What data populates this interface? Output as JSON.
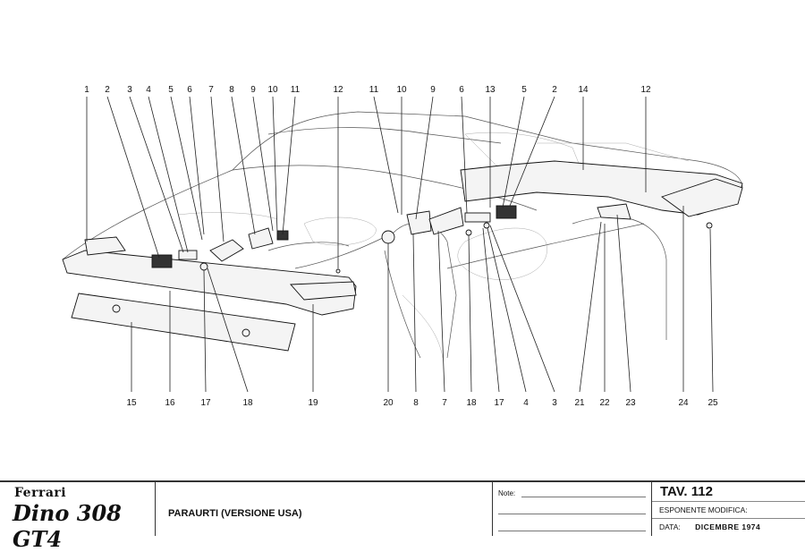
{
  "diagram": {
    "top_callouts": [
      "1",
      "2",
      "3",
      "4",
      "5",
      "6",
      "7",
      "8",
      "9",
      "10",
      "11",
      "12",
      "11",
      "10",
      "9",
      "6",
      "13",
      "5",
      "2",
      "14",
      "12"
    ],
    "bottom_callouts": [
      "15",
      "16",
      "17",
      "18",
      "19",
      "20",
      "8",
      "7",
      "18",
      "17",
      "4",
      "3",
      "21",
      "22",
      "23",
      "24",
      "25"
    ]
  },
  "title_block": {
    "brand": "Ferrari",
    "model_logo": "Dino 308 GT4",
    "description": "PARAURTI (VERSIONE USA)",
    "note_label": "Note:",
    "table_number": "TAV. 112",
    "revision_label": "ESPONENTE MODIFICA:",
    "revision_value": "",
    "date_label": "DATA:",
    "date_value": "DICEMBRE 1974"
  }
}
